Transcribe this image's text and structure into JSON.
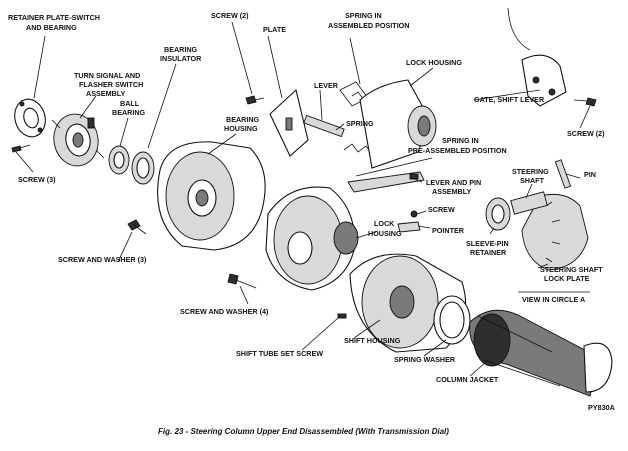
{
  "labels": {
    "retainer_plate": [
      "RETAINER PLATE-SWITCH",
      "AND BEARING"
    ],
    "screw2_top": "SCREW (2)",
    "plate": "PLATE",
    "spring_assembled": [
      "SPRING IN",
      "ASSEMBLED POSITION"
    ],
    "turn_signal": [
      "TURN SIGNAL AND",
      "FLASHER SWITCH",
      "ASSEMBLY"
    ],
    "bearing_insulator": [
      "BEARING",
      "INSULATOR"
    ],
    "lock_housing_top": "LOCK HOUSING",
    "lever": "LEVER",
    "ball_bearing": [
      "BALL",
      "BEARING"
    ],
    "gate_shift_lever": "GATE, SHIFT LEVER",
    "bearing_housing": [
      "BEARING",
      "HOUSING"
    ],
    "spring": "SPRING",
    "screw2_right": "SCREW (2)",
    "spring_preassembled": [
      "SPRING IN",
      "PRE-ASSEMBLED POSITION"
    ],
    "screw3": "SCREW (3)",
    "pin": "PIN",
    "steering_shaft": [
      "STEERING",
      "SHAFT"
    ],
    "lever_pin": [
      "LEVER AND PIN",
      "ASSEMBLY"
    ],
    "screw": "SCREW",
    "lock_housing_mid": [
      "LOCK",
      "HOUSING"
    ],
    "pointer": "POINTER",
    "sleeve_pin": [
      "SLEEVE-PIN",
      "RETAINER"
    ],
    "screw_washer3": "SCREW AND WASHER (3)",
    "steering_shaft_lock": [
      "STEERING SHAFT",
      "LOCK PLATE"
    ],
    "view_circle": "VIEW IN CIRCLE A",
    "screw_washer4": "SCREW AND WASHER (4)",
    "shift_housing": "SHIFT HOUSING",
    "shift_tube": "SHIFT TUBE SET SCREW",
    "spring_washer": "SPRING WASHER",
    "column_jacket": "COLUMN JACKET",
    "code": "PY830A"
  },
  "caption": "Fig. 23 - Steering Column Upper End Disassembled (With Transmission Dial)"
}
